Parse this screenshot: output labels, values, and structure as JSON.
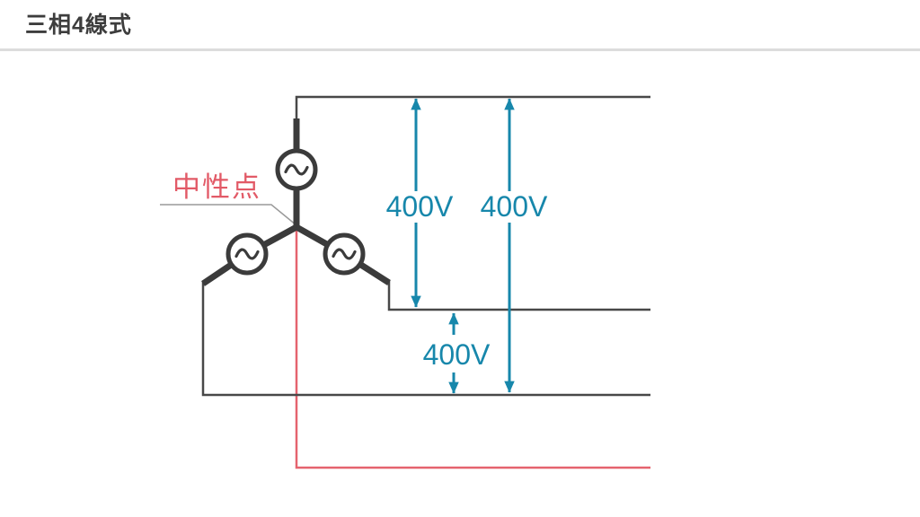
{
  "header": {
    "title": "三相4線式"
  },
  "diagram": {
    "neutral_point_label": "中性点",
    "voltages": {
      "line_to_line_left": "400V",
      "line_to_line_right": "400V",
      "line_to_neutral": "400V"
    },
    "ac_source_count": "3",
    "colors": {
      "wire_dark": "#3b3b3b",
      "phase_line": "#484848",
      "measure_teal": "#1787ab",
      "neutral_red": "#e5636e",
      "neutral_label_red": "#e25a67",
      "leader_gray": "#9a9a9a",
      "divider_gray": "#dcdcdc",
      "title_text": "#3d3d3d"
    }
  }
}
